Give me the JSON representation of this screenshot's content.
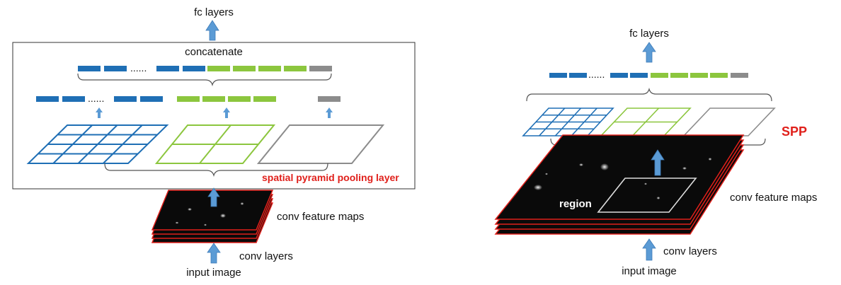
{
  "left": {
    "top_label": "fc layers",
    "concat_label": "concatenate",
    "dots": "......",
    "pooling_label": "spatial pyramid pooling layer",
    "feature_label": "conv feature maps",
    "conv_label": "conv layers",
    "input_label": "input image"
  },
  "right": {
    "top_label": "fc layers",
    "dots": "......",
    "spp_label": "SPP",
    "region_label": "region",
    "feature_label": "conv feature maps",
    "conv_label": "conv layers",
    "input_label": "input image"
  },
  "colors": {
    "blue": "#1f6fb5",
    "green": "#8cc63e",
    "gray": "#8c8c8c",
    "arrow": "#5b9bd5",
    "red": "#e0201b"
  }
}
